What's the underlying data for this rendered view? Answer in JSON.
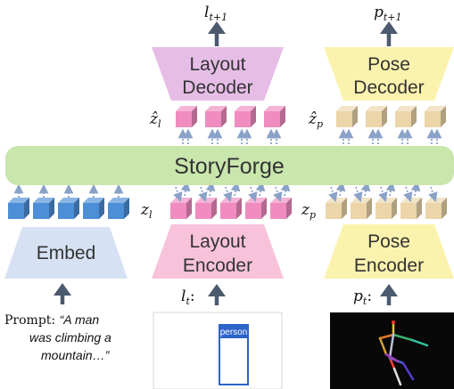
{
  "labels": {
    "layout_out_var": "l",
    "layout_out_sub": "t+1",
    "pose_out_var": "p",
    "pose_out_sub": "t+1",
    "layout_decoder_line1": "Layout",
    "layout_decoder_line2": "Decoder",
    "pose_decoder_line1": "Pose",
    "pose_decoder_line2": "Decoder",
    "zl_hat_var": "ẑ",
    "zl_hat_sub": "l",
    "zp_hat_var": "ẑ",
    "zp_hat_sub": "p",
    "backbone": "StoryForge",
    "zl_var": "z",
    "zl_sub": "l",
    "zp_var": "z",
    "zp_sub": "p",
    "embed": "Embed",
    "layout_encoder_line1": "Layout",
    "layout_encoder_line2": "Encoder",
    "pose_encoder_line1": "Pose",
    "pose_encoder_line2": "Encoder",
    "lt_var": "l",
    "lt_sub": "t",
    "lt_colon": ":",
    "pt_var": "p",
    "pt_sub": "t",
    "pt_colon": ":",
    "prompt_prefix": "Prompt: ",
    "prompt_line1": "“A man",
    "prompt_line2": "was climbing a",
    "prompt_line3": "mountain…”",
    "bbox_label": "person"
  },
  "colors": {
    "backbone_fill": "#c9e6ad",
    "layout_module": "#e6bde6",
    "layout_encoder": "#f8c3da",
    "pose_module": "#fbf3ad",
    "embed_module": "#d6e2f3",
    "token_blue": "#4d8fd6",
    "token_pink": "#f08cc0",
    "token_beige": "#ebd5a9",
    "arrow": "#4b5a6e"
  }
}
